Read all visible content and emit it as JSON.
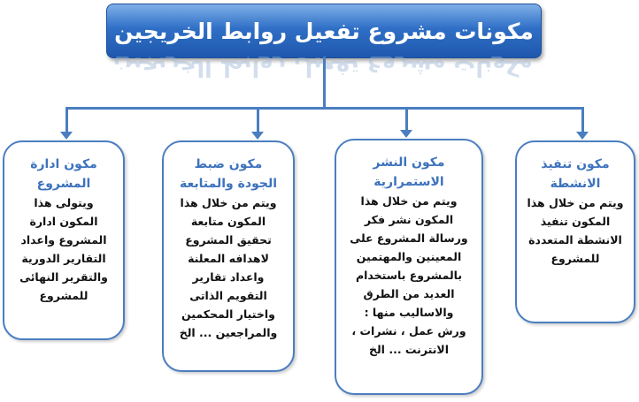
{
  "title": "مكونات مشروع تفعيل روابط الخريجين",
  "boxes": [
    {
      "title": [
        "مكون ادارة",
        "المشروع"
      ],
      "lines": [
        "ويتولى هذا",
        "المكون ادارة",
        "المشروع واعداد",
        "التقارير الدورية",
        "والتقرير النهائى",
        "للمشروع"
      ]
    },
    {
      "title": [
        "مكون ضبط",
        "الجودة والمتابعة"
      ],
      "lines": [
        "ويتم من خلال هذا",
        "المكون متابعة",
        "تحقيق المشروع",
        "لاهدافه المعلنة",
        "واعداد تقارير",
        "التقويم الذاتى",
        "واختيار المحكمين",
        "والمراجعين ... الخ"
      ]
    },
    {
      "title": [
        "مكون النشر",
        "الاستمرارية"
      ],
      "lines": [
        "ويتم  من خلال هذا",
        "المكون نشر فكر",
        "ورسالة المشروع على",
        "المعينين والمهتمين",
        "بالمشروع باستخدام",
        "العديد من الطرق",
        "والاساليب منها :",
        "ورش عمل ، نشرات ،",
        "الانترنت ... الخ"
      ]
    },
    {
      "title": [
        "مكون تنفيذ",
        "الانشطة"
      ],
      "lines": [
        "ويتم من خلال هذا",
        "المكون تنفيذ",
        "الانشطة المتعددة",
        "للمشروع"
      ]
    }
  ]
}
